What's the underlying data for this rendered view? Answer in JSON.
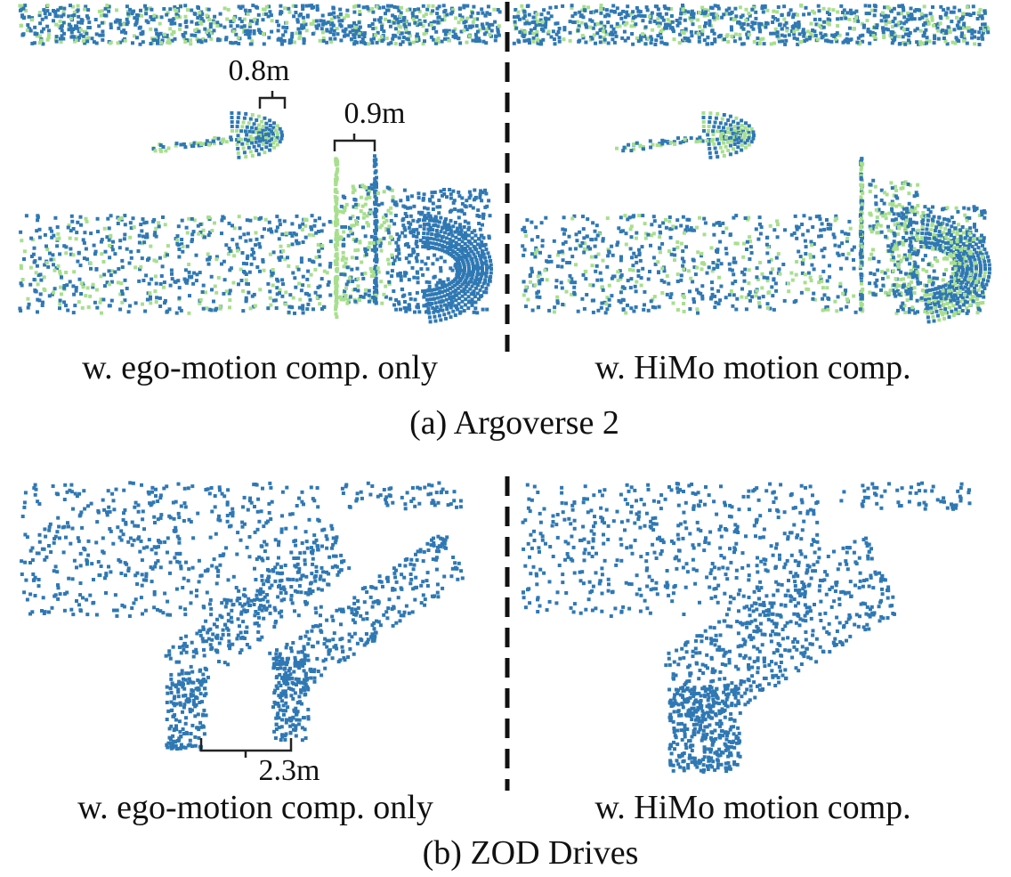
{
  "figure": {
    "panel_a": {
      "caption": "(a) Argoverse 2",
      "left_label": "w. ego-motion comp. only",
      "right_label": "w. HiMo motion comp.",
      "annotations": [
        "0.8m",
        "0.9m"
      ]
    },
    "panel_b": {
      "caption": "(b) ZOD Drives",
      "left_label": "w. ego-motion comp. only",
      "right_label": "w. HiMo motion comp.",
      "annotations": [
        "2.3m"
      ]
    },
    "colors": {
      "points_blue": "#2f78b3",
      "points_green": "#a8df8e",
      "divider": "#111111"
    }
  }
}
